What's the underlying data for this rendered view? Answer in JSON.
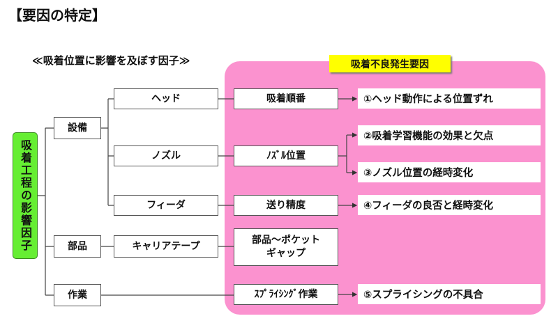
{
  "title": "【要因の特定】",
  "subtitle": "≪吸着位置に影響を及ぼす因子≫",
  "panel_label": "吸着不良発生要因",
  "root": "吸着工程の影響因子",
  "level1": [
    "設備",
    "部品",
    "作業"
  ],
  "level2": [
    "ヘッド",
    "ノズル",
    "フィーダ",
    "キャリアテープ"
  ],
  "level3": [
    "吸着順番",
    "ﾉｽﾞﾙ位置",
    "送り精度",
    "部品～ポケット\nギャップ",
    "ｽﾌﾟﾗｲｼﾝｸﾞ作業"
  ],
  "results": [
    "①ヘッド動作による位置ずれ",
    "②吸着学習機能の効果と欠点",
    "③ノズル位置の経時変化",
    "④フィーダの良否と経時変化",
    "⑤スプライシングの不具合"
  ],
  "colors": {
    "panel": "#fb92cf",
    "label": "#ffff00",
    "root": "#66ee33"
  }
}
